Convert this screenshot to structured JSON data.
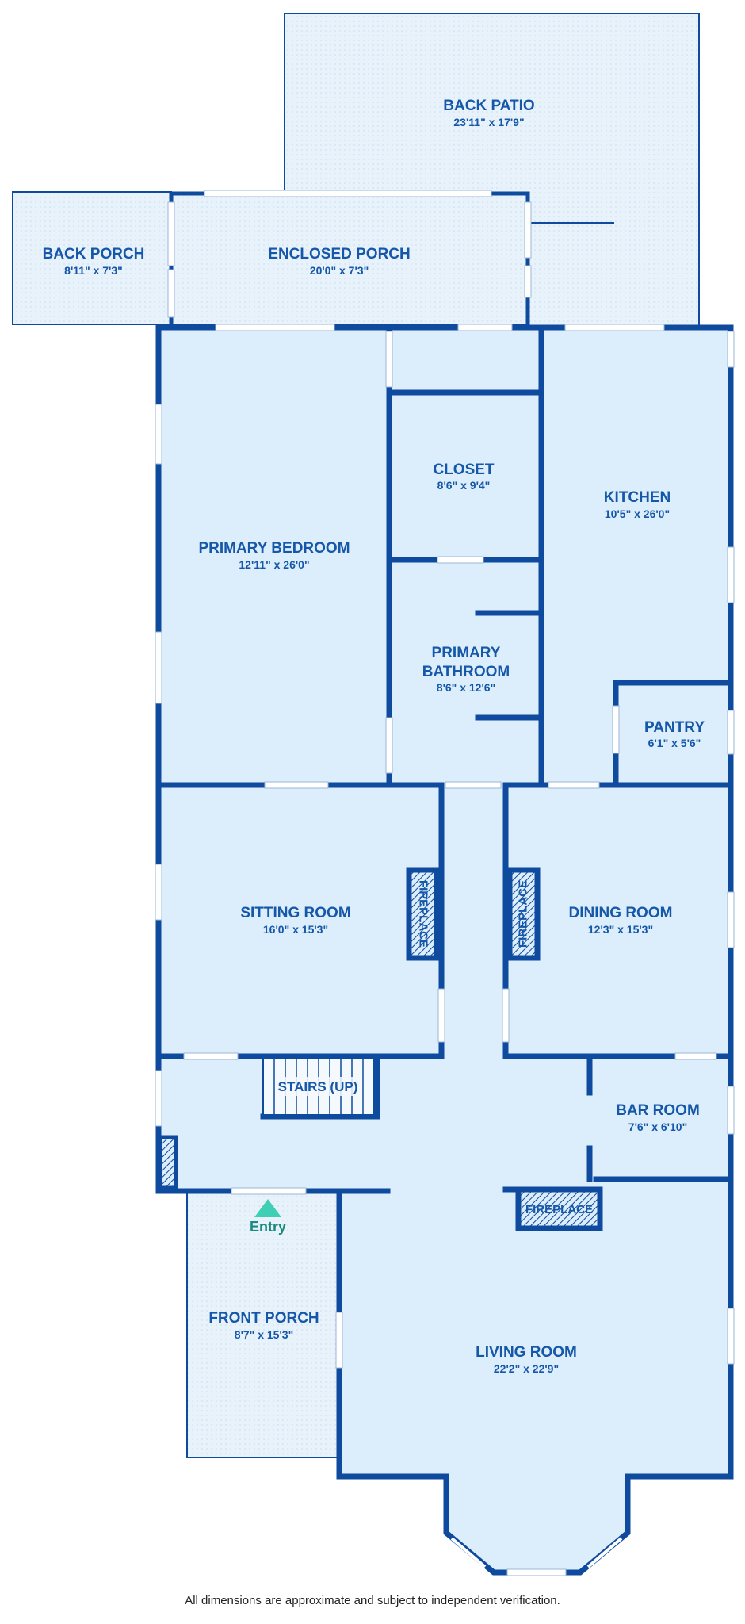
{
  "rooms": {
    "back_patio": {
      "name": "BACK PATIO",
      "dim": "23'11\" x 17'9\""
    },
    "back_porch": {
      "name": "BACK PORCH",
      "dim": "8'11\" x 7'3\""
    },
    "enclosed_porch": {
      "name": "ENCLOSED PORCH",
      "dim": "20'0\" x 7'3\""
    },
    "closet": {
      "name": "CLOSET",
      "dim": "8'6\" x 9'4\""
    },
    "kitchen": {
      "name": "KITCHEN",
      "dim": "10'5\" x 26'0\""
    },
    "primary_bedroom": {
      "name": "PRIMARY BEDROOM",
      "dim": "12'11\" x 26'0\""
    },
    "primary_bathroom": {
      "name_line1": "PRIMARY",
      "name_line2": "BATHROOM",
      "dim": "8'6\" x 12'6\""
    },
    "pantry": {
      "name": "PANTRY",
      "dim": "6'1\" x 5'6\""
    },
    "sitting_room": {
      "name": "SITTING ROOM",
      "dim": "16'0\" x 15'3\""
    },
    "dining_room": {
      "name": "DINING ROOM",
      "dim": "12'3\" x 15'3\""
    },
    "bar_room": {
      "name": "BAR ROOM",
      "dim": "7'6\" x 6'10\""
    },
    "front_porch": {
      "name": "FRONT PORCH",
      "dim": "8'7\" x 15'3\""
    },
    "living_room": {
      "name": "LIVING ROOM",
      "dim": "22'2\" x 22'9\""
    }
  },
  "features": {
    "fireplace_label": "FIREPLACE",
    "stairs_label": "STAIRS (UP)",
    "entry_label": "Entry"
  },
  "disclaimer": "All dimensions are approximate and subject to independent verification.",
  "colors": {
    "wall": "#0e4a9e",
    "interior_fill": "#dcedfb",
    "exterior_fill": "#e8f2fb",
    "label": "#1557a8",
    "entry_marker": "#3fcfb4"
  }
}
